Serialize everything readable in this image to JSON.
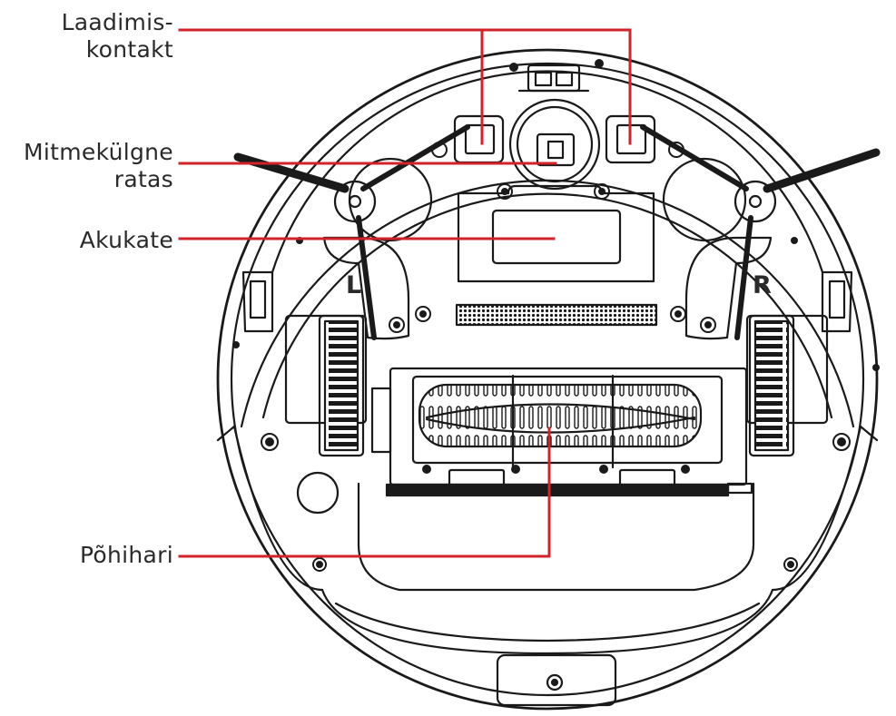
{
  "labels": {
    "charging_contact": {
      "line1": "Laadimis-",
      "line2": "kontakt"
    },
    "multi_wheel": {
      "line1": "Mitmekülgne",
      "line2": "ratas"
    },
    "battery_cover": {
      "text": "Akukate"
    },
    "main_brush": {
      "text": "Põhihari"
    }
  },
  "wheel_letters": {
    "left": "L",
    "right": "R"
  },
  "colors": {
    "leader": "#d2232a",
    "outline": "#1a1a1a",
    "text": "#2a2a2a"
  }
}
